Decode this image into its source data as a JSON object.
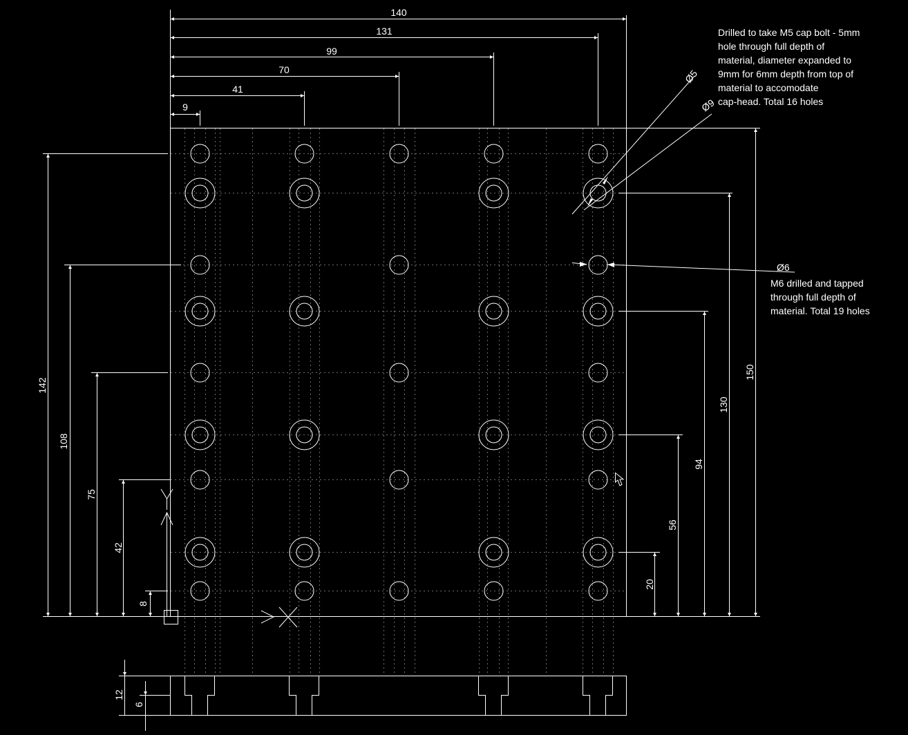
{
  "drawing": {
    "plate_width_mm": 140,
    "plate_height_mm": 150,
    "plate_thickness_mm": 12,
    "counterbore_depth_mm": 6
  },
  "dimensions": {
    "top": [
      {
        "label": "140"
      },
      {
        "label": "131"
      },
      {
        "label": "99"
      },
      {
        "label": "70"
      },
      {
        "label": "41"
      },
      {
        "label": "9"
      }
    ],
    "left": [
      {
        "label": "142"
      },
      {
        "label": "108"
      },
      {
        "label": "75"
      },
      {
        "label": "42"
      },
      {
        "label": "8"
      }
    ],
    "right": [
      {
        "label": "150"
      },
      {
        "label": "130"
      },
      {
        "label": "94"
      },
      {
        "label": "56"
      },
      {
        "label": "20"
      }
    ],
    "side": [
      {
        "label": "12"
      },
      {
        "label": "6"
      }
    ]
  },
  "callouts": {
    "cap_bolt": {
      "dia_small": "Ø5",
      "dia_large": "Ø9",
      "lines": [
        "Drilled to take M5 cap bolt - 5mm",
        "hole through full depth of",
        "material, diameter expanded to",
        "9mm for 6mm depth from top of",
        "material to accomodate",
        "cap-head. Total 16 holes"
      ]
    },
    "tapped": {
      "dia": "Ø6",
      "lines": [
        "M6 drilled and tapped",
        "through full depth of",
        "material. Total 19 holes"
      ]
    }
  }
}
